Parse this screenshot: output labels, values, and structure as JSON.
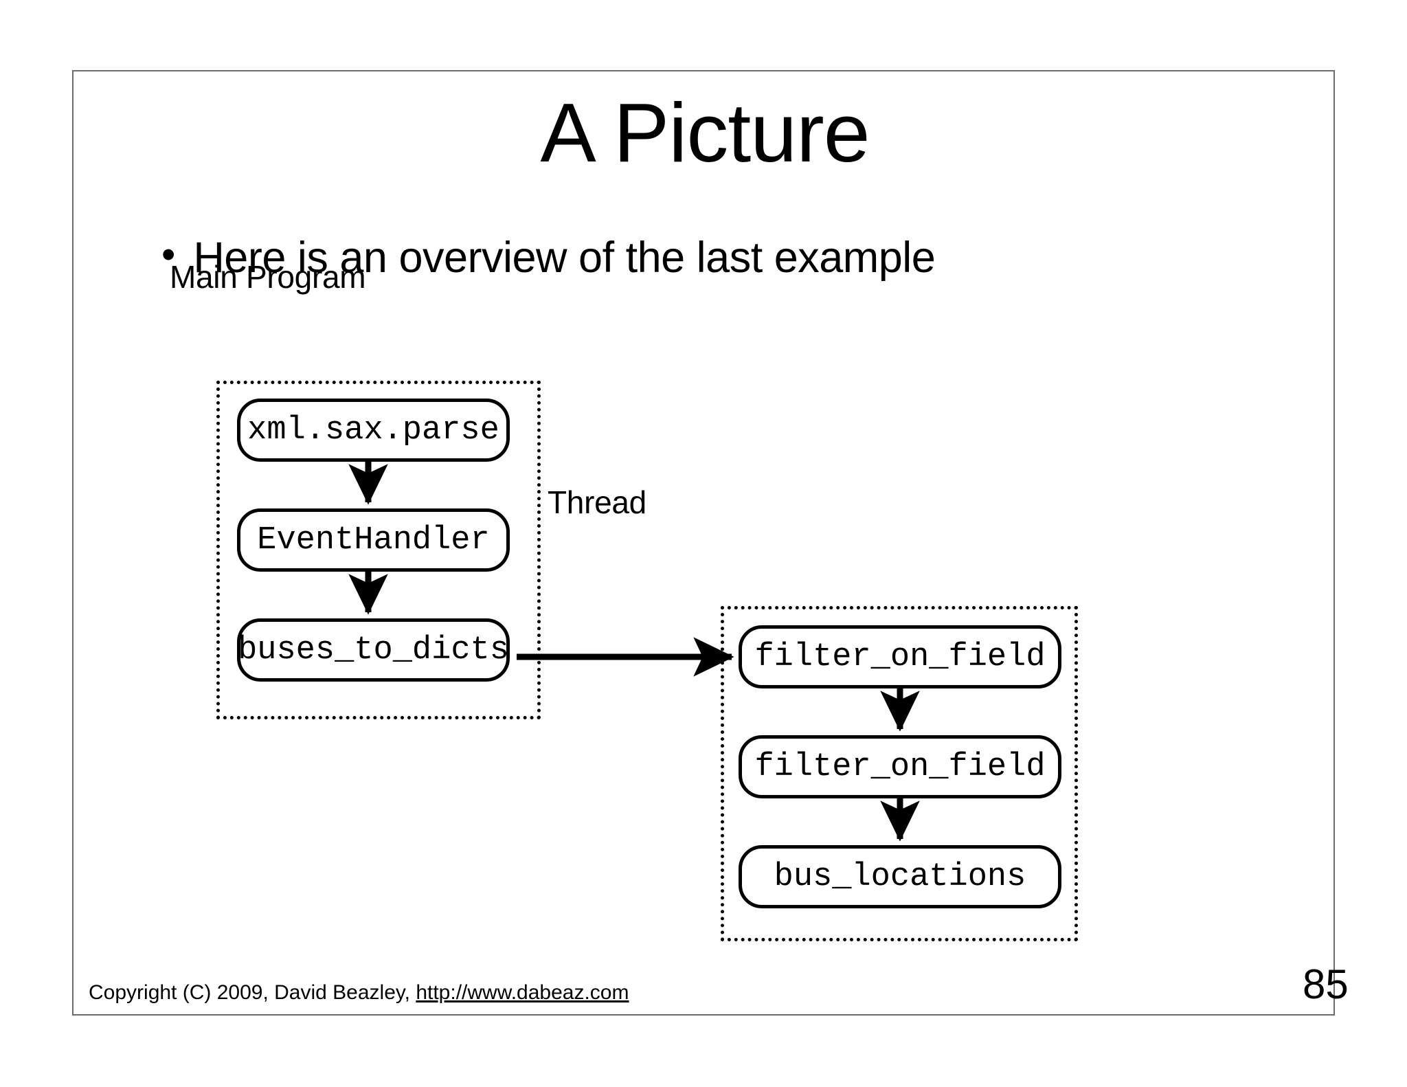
{
  "slide": {
    "title": "A Picture",
    "page_number": "85",
    "bullets": [
      {
        "marker": "•",
        "text": "Here is an overview of the last example"
      }
    ],
    "footer": {
      "copyright": "Copyright (C) 2009,  David Beazley, ",
      "url": "http://www.dabeaz.com"
    }
  },
  "diagram": {
    "type": "flowchart",
    "groups": [
      {
        "id": "main-program",
        "label": "Main Program",
        "nodes": [
          {
            "id": "xml-sax-parse",
            "label": "xml.sax.parse"
          },
          {
            "id": "event-handler",
            "label": "EventHandler"
          },
          {
            "id": "buses-to-dicts",
            "label": "buses_to_dicts"
          }
        ]
      },
      {
        "id": "thread",
        "label": "Thread",
        "nodes": [
          {
            "id": "filter-on-field-1",
            "label": "filter_on_field"
          },
          {
            "id": "filter-on-field-2",
            "label": "filter_on_field"
          },
          {
            "id": "bus-locations",
            "label": "bus_locations"
          }
        ]
      }
    ],
    "edges": [
      {
        "from": "xml-sax-parse",
        "to": "event-handler",
        "direction": "down"
      },
      {
        "from": "event-handler",
        "to": "buses-to-dicts",
        "direction": "down"
      },
      {
        "from": "buses-to-dicts",
        "to": "filter-on-field-1",
        "direction": "right"
      },
      {
        "from": "filter-on-field-1",
        "to": "filter-on-field-2",
        "direction": "down"
      },
      {
        "from": "filter-on-field-2",
        "to": "bus-locations",
        "direction": "down"
      }
    ]
  },
  "colors": {
    "ink": "#000000",
    "slide_border": "#6b6b6b",
    "background": "#ffffff"
  }
}
